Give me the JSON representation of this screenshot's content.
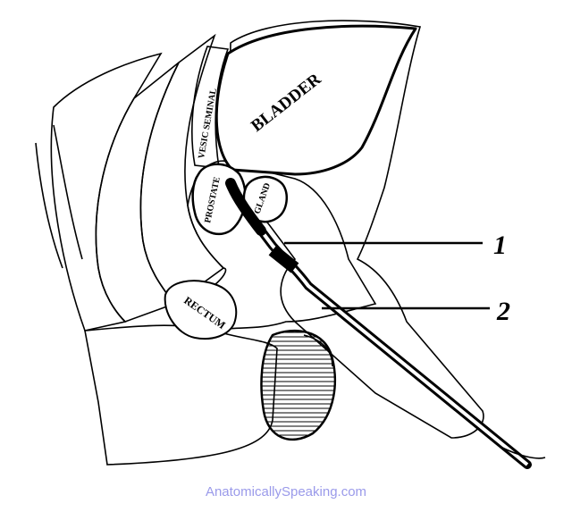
{
  "labels": {
    "bladder": "BLADDER",
    "vesic_seminal": "VESIC SEMINAL",
    "prostate": "PROSTATE",
    "gland": "GLAND",
    "rectum": "RECTUM",
    "callout_1": "1",
    "callout_2": "2"
  },
  "watermark": "AnatomicallySpeaking.com"
}
